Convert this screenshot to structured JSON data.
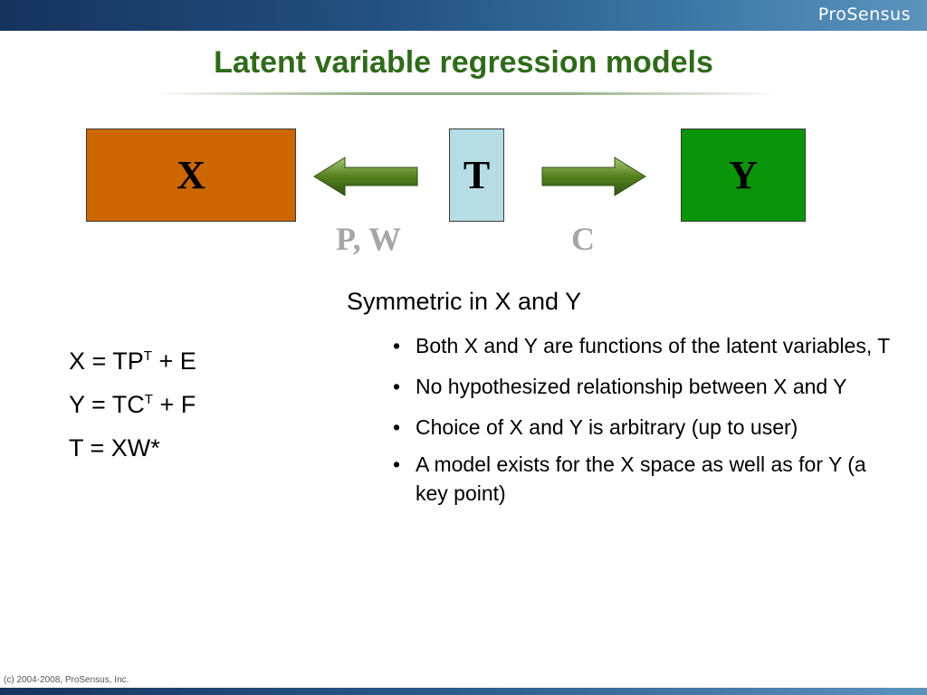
{
  "header": {
    "logo_text": "ProSensus"
  },
  "slide": {
    "title": "Latent variable regression models",
    "diagram": {
      "box_x": "X",
      "box_t": "T",
      "box_y": "Y",
      "left_arrow_label": "P, W",
      "right_arrow_label": "C",
      "colors": {
        "x": "#cc6600",
        "t": "#b6dde3",
        "y": "#0a940a",
        "arrow": "#4f7a1c"
      }
    },
    "equations": [
      {
        "lhs": "X = TP",
        "sup": "T",
        "rhs": " + E"
      },
      {
        "lhs": "Y = TC",
        "sup": "T",
        "rhs": " + F"
      },
      {
        "lhs": "T = XW*",
        "sup": "",
        "rhs": ""
      }
    ],
    "symmetric_heading": "Symmetric in X and Y",
    "bullets": [
      "Both X and Y are functions of the latent variables, T",
      "No hypothesized relationship between X and Y",
      "Choice of X and Y is arbitrary (up to user)",
      "A model exists for the X space as well as for Y (a key point)"
    ]
  },
  "footer": {
    "copyright": "(c) 2004-2008, ProSensus, Inc."
  }
}
